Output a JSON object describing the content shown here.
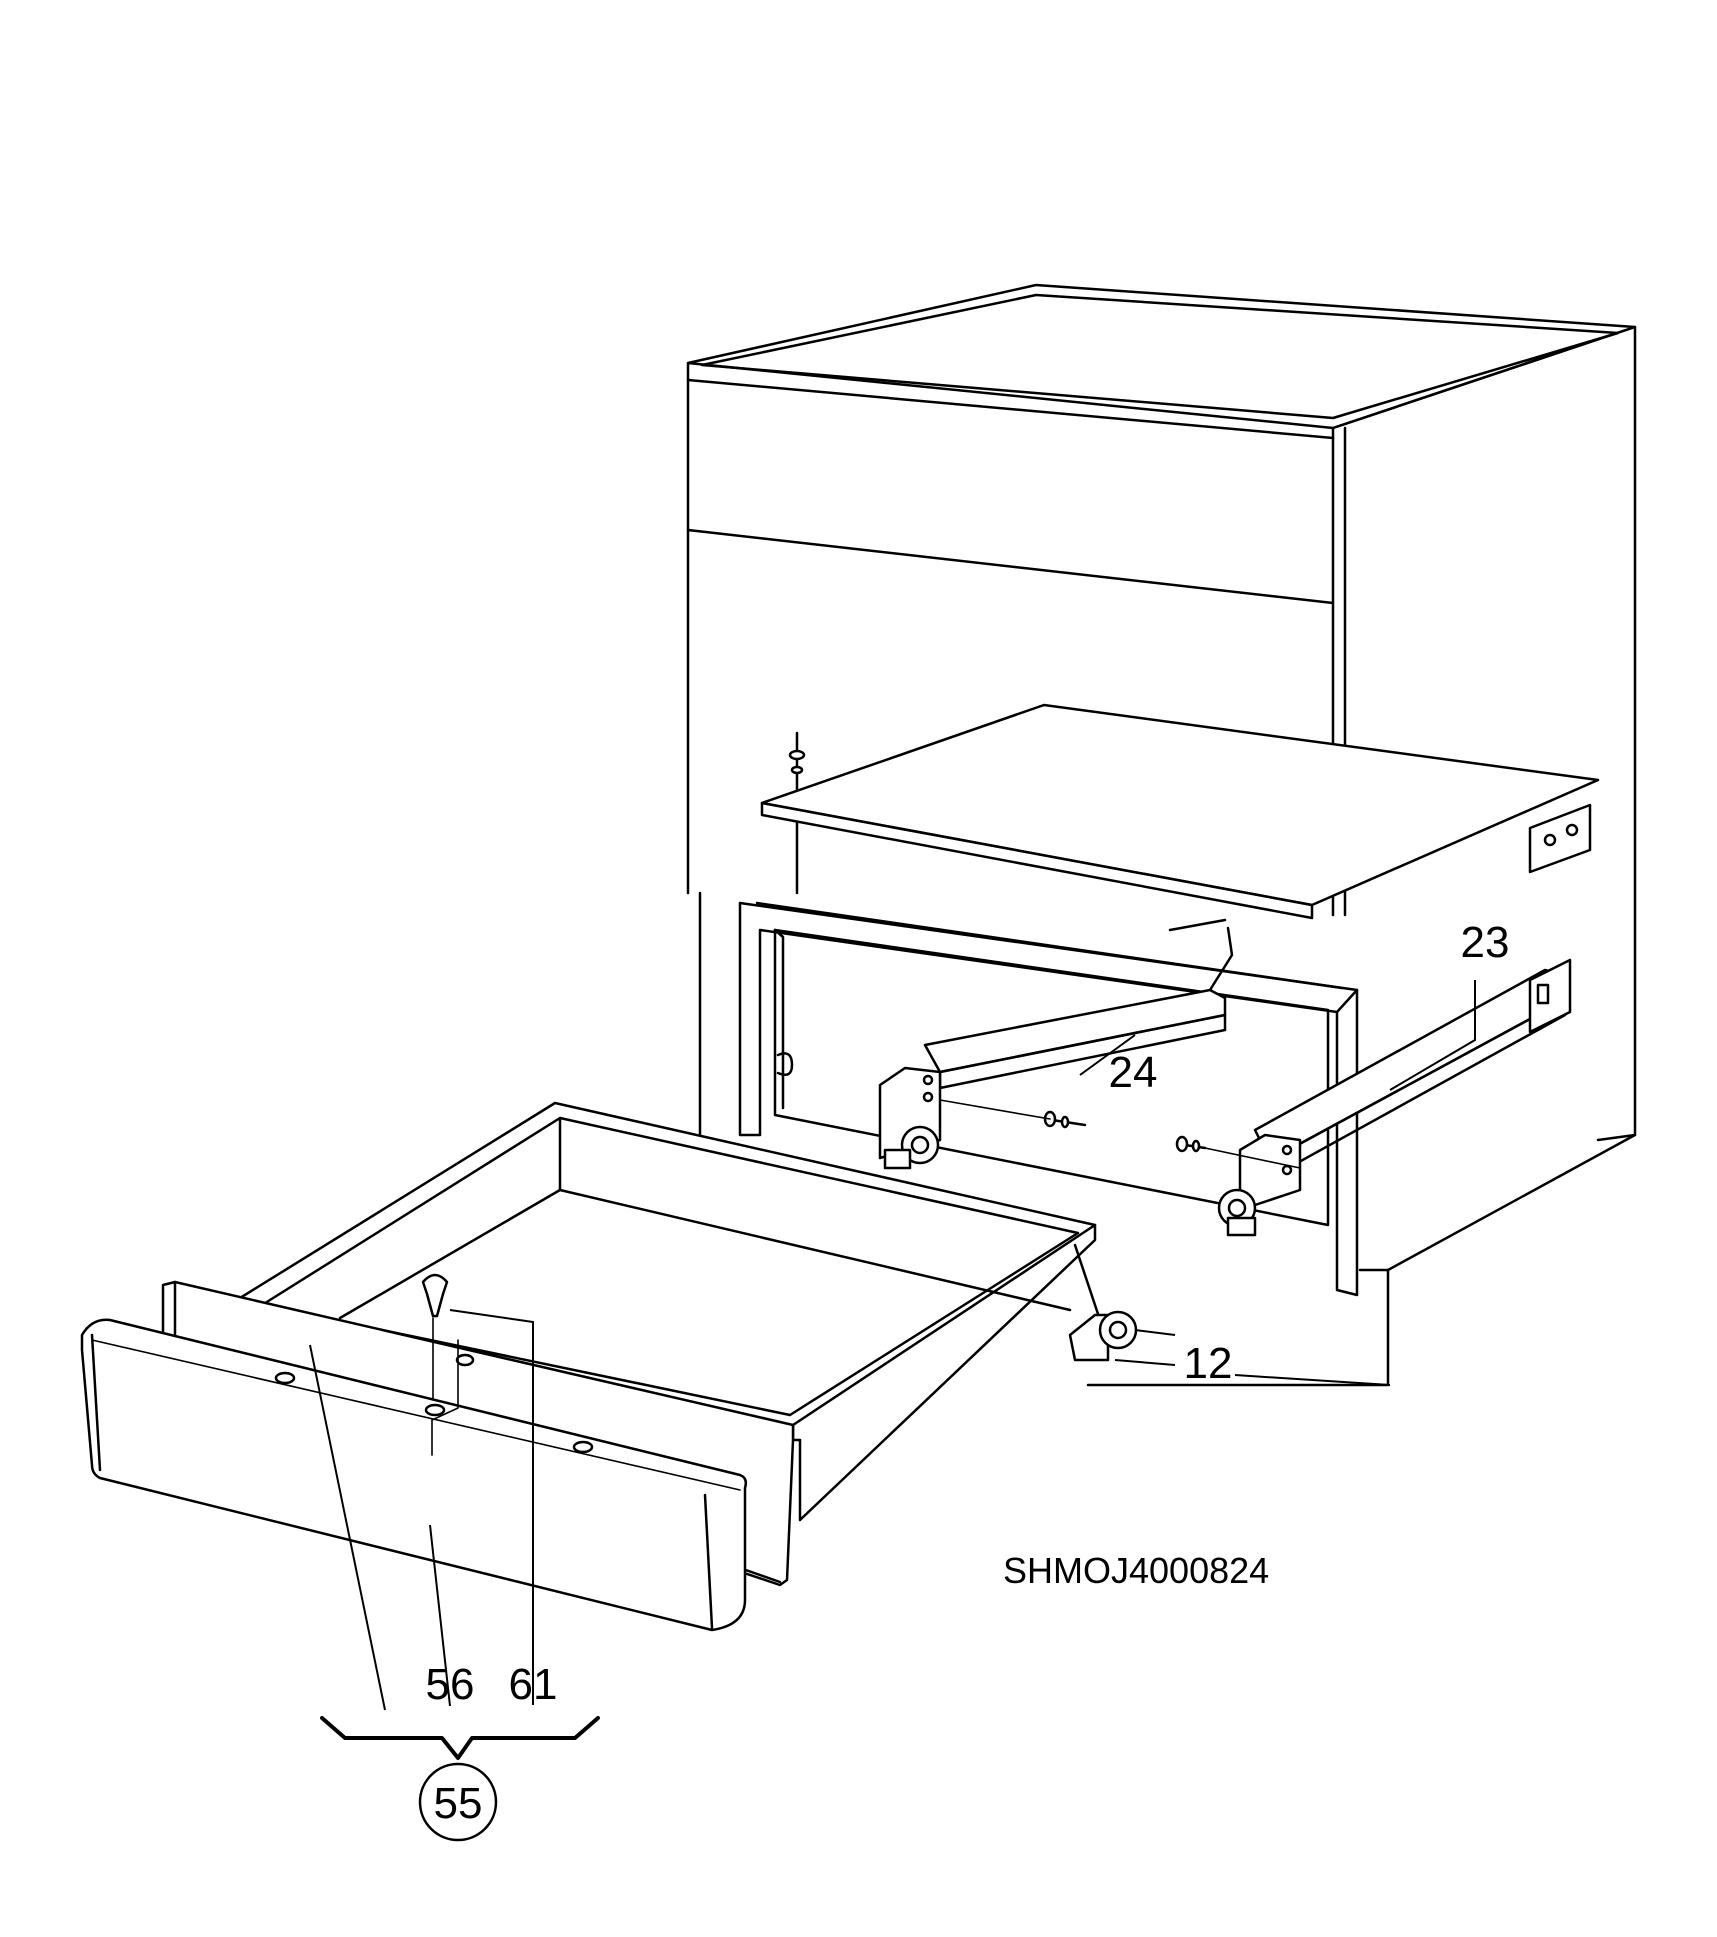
{
  "labels": {
    "part_23": "23",
    "part_24": "24",
    "part_12": "12",
    "part_56": "56",
    "part_61": "61",
    "part_55": "55"
  },
  "drawing_code": "SHMOJ4000824"
}
